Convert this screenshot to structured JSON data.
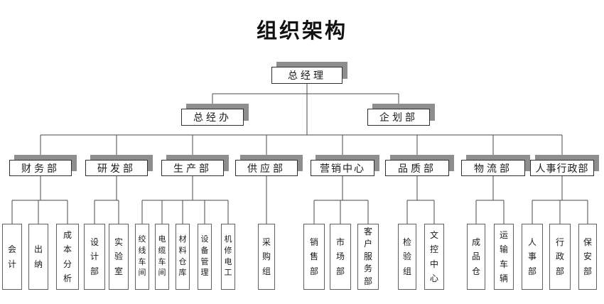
{
  "title": "组织架构",
  "colors": {
    "box_background": "#ffffff",
    "box_border": "#2f2f2f",
    "box_shadow": "#8e8e8e",
    "connector_line": "#4a4a4a"
  },
  "org": {
    "ceo": {
      "label": "总经理"
    },
    "staff": [
      {
        "label": "总经办"
      },
      {
        "label": "企划部"
      }
    ],
    "departments": [
      {
        "label": "财务部",
        "children": [
          {
            "label": "会计"
          },
          {
            "label": "出纳"
          },
          {
            "label": "成本分析"
          }
        ]
      },
      {
        "label": "研发部",
        "children": [
          {
            "label": "设计部"
          },
          {
            "label": "实验室"
          }
        ]
      },
      {
        "label": "生产部",
        "children": [
          {
            "label": "绞线车间"
          },
          {
            "label": "电缆车间"
          },
          {
            "label": "材料仓库"
          },
          {
            "label": "设备管理"
          },
          {
            "label": "机修电工"
          }
        ]
      },
      {
        "label": "供应部",
        "children": [
          {
            "label": "采购组"
          }
        ]
      },
      {
        "label": "营销中心",
        "children": [
          {
            "label": "销售部"
          },
          {
            "label": "市场部"
          },
          {
            "label": "客户服务部"
          }
        ]
      },
      {
        "label": "品质部",
        "children": [
          {
            "label": "检验组"
          },
          {
            "label": "文控中心"
          }
        ]
      },
      {
        "label": "物流部",
        "children": [
          {
            "label": "成品仓"
          },
          {
            "label": "运输车辆"
          }
        ]
      },
      {
        "label": "人事行政部",
        "children": [
          {
            "label": "人事部"
          },
          {
            "label": "行政部"
          },
          {
            "label": "保安部"
          }
        ]
      }
    ]
  }
}
